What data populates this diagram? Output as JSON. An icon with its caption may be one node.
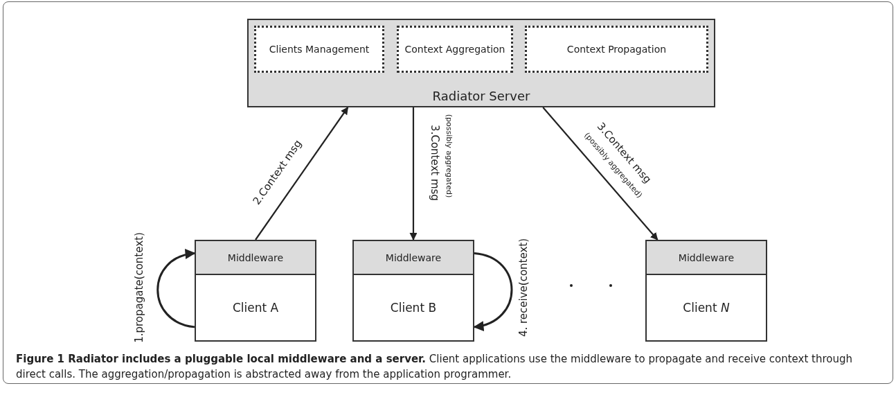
{
  "diagram": {
    "caption": "**Figure 1 Radiator includes a pluggable local middleware and a server.** Client applications use the middleware to propagate and receive context through direct calls. The aggregation/propagation is abstracted away from the application programmer.",
    "nodes": [
      {
        "text": [
          "Radiator Server"
        ]
      },
      {
        "text": [
          "Clients Management"
        ],
        "in": 0
      },
      {
        "text": [
          "Context Aggregation"
        ],
        "in": 0
      },
      {
        "text": [
          "Context Propagation"
        ],
        "in": 0
      },
      {
        "text": [
          "Middleware"
        ]
      },
      {
        "text": [
          "Client A"
        ]
      },
      {
        "text": [
          "Middleware"
        ]
      },
      {
        "text": [
          "Client B"
        ]
      },
      {
        "text": [
          "Middleware"
        ]
      },
      {
        "text": [
          "Client *N*"
        ]
      }
    ],
    "edges": [
      {
        "from": 4,
        "to": 0,
        "arrow": "to",
        "label": "2.Context msg"
      },
      {
        "from": 0,
        "to": 6,
        "arrow": "to",
        "label": "3.Context msg"
      },
      {
        "from": 0,
        "to": 8,
        "arrow": "to",
        "label": "3.Context msg"
      },
      {
        "from": 5,
        "to": 4,
        "arrow": "to",
        "label": "1.propagate(context)"
      },
      {
        "from": 6,
        "to": 7,
        "arrow": "to",
        "label": "4. receive(context)"
      }
    ],
    "labels": [
      "(possibly aggregated)",
      "(possibly aggregated)"
    ]
  }
}
